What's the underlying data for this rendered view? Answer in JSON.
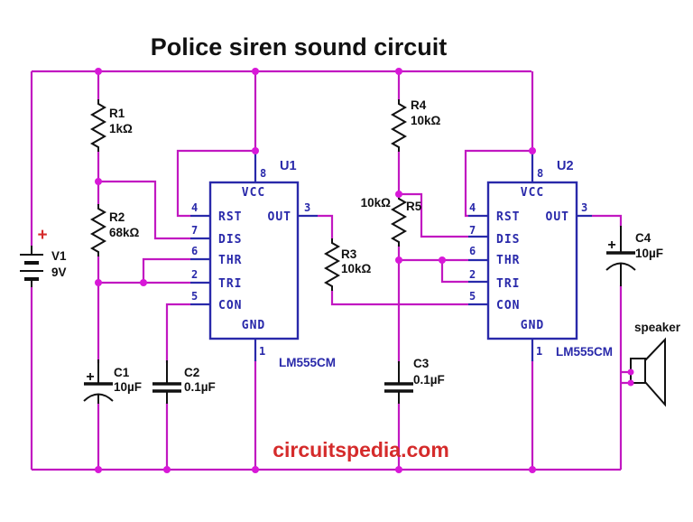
{
  "title": "Police siren sound circuit",
  "watermark": "circuitspedia.com",
  "colors": {
    "wire": "#c118c1",
    "junction": "#d818d8",
    "ic_blue": "#2929aa",
    "component_black": "#111111",
    "accent_red": "#d52b2b"
  },
  "battery": {
    "ref": "V1",
    "value": "9V",
    "polarity": "+"
  },
  "resistors": [
    {
      "ref": "R1",
      "value": "1kΩ"
    },
    {
      "ref": "R2",
      "value": "68kΩ"
    },
    {
      "ref": "R3",
      "value": "10kΩ"
    },
    {
      "ref": "R4",
      "value": "10kΩ"
    },
    {
      "ref": "R5",
      "value": "10kΩ"
    }
  ],
  "capacitors": [
    {
      "ref": "C1",
      "value": "10µF",
      "polarity": "+"
    },
    {
      "ref": "C2",
      "value": "0.1µF"
    },
    {
      "ref": "C3",
      "value": "0.1µF"
    },
    {
      "ref": "C4",
      "value": "10µF",
      "polarity": "+"
    }
  ],
  "ics": [
    {
      "ref": "U1",
      "part": "LM555CM",
      "pins": {
        "vcc": "VCC",
        "gnd": "GND",
        "rst": "RST",
        "dis": "DIS",
        "thr": "THR",
        "tri": "TRI",
        "con": "CON",
        "out": "OUT"
      },
      "pin_numbers": {
        "vcc": "8",
        "gnd": "1",
        "rst": "4",
        "dis": "7",
        "thr": "6",
        "tri": "2",
        "con": "5",
        "out": "3"
      }
    },
    {
      "ref": "U2",
      "part": "LM555CM",
      "pins": {
        "vcc": "VCC",
        "gnd": "GND",
        "rst": "RST",
        "dis": "DIS",
        "thr": "THR",
        "tri": "TRI",
        "con": "CON",
        "out": "OUT"
      },
      "pin_numbers": {
        "vcc": "8",
        "gnd": "1",
        "rst": "4",
        "dis": "7",
        "thr": "6",
        "tri": "2",
        "con": "5",
        "out": "3"
      }
    }
  ],
  "speaker": {
    "label": "speaker"
  }
}
